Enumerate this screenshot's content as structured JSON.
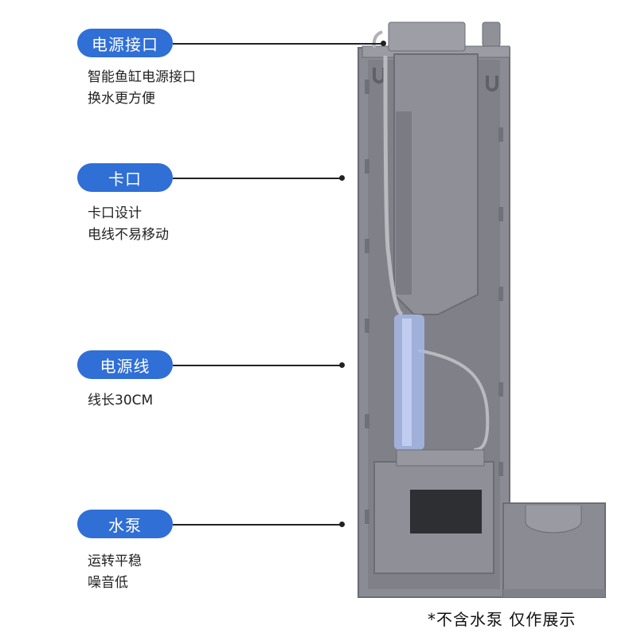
{
  "colors": {
    "accent": "#2f6fd6",
    "leader": "#222222",
    "body": "#7d7e86"
  },
  "callouts": [
    {
      "label": "电源接口",
      "desc": [
        "智能鱼缸电源接口",
        "换水更方便"
      ]
    },
    {
      "label": "卡口",
      "desc": [
        "卡口设计",
        "电线不易移动"
      ]
    },
    {
      "label": "电源线",
      "desc": [
        "线长30CM"
      ]
    },
    {
      "label": "水泵",
      "desc": [
        "运转平稳",
        "噪音低"
      ]
    }
  ],
  "footnote": "*不含水泵 仅作展示"
}
